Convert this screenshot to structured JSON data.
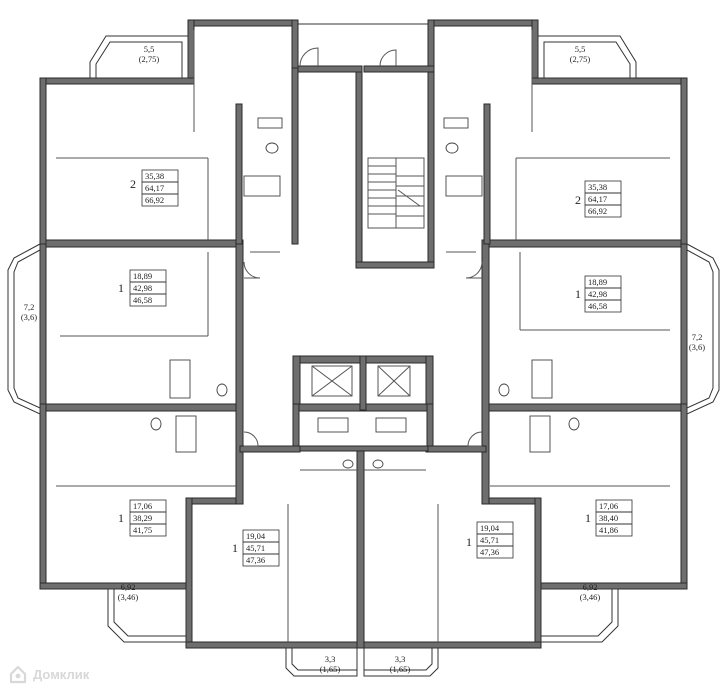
{
  "balconies": {
    "top_left": {
      "area": "5,5",
      "half": "(2,75)"
    },
    "top_right": {
      "area": "5,5",
      "half": "(2,75)"
    },
    "left": {
      "area": "7,2",
      "half": "(3,6)"
    },
    "right": {
      "area": "7,2",
      "half": "(3,6)"
    },
    "bottom_left": {
      "area": "6,92",
      "half": "(3,46)"
    },
    "bottom_right": {
      "area": "6,92",
      "half": "(3,46)"
    },
    "bottom_center_left": {
      "area": "3,3",
      "half": "(1,65)"
    },
    "bottom_center_right": {
      "area": "3,3",
      "half": "(1,65)"
    }
  },
  "apartments": [
    {
      "id": "top-left",
      "rooms": "2",
      "living": "35,38",
      "total": "64,17",
      "with_balcony": "66,92"
    },
    {
      "id": "top-right",
      "rooms": "2",
      "living": "35,38",
      "total": "64,17",
      "with_balcony": "66,92"
    },
    {
      "id": "mid-left",
      "rooms": "1",
      "living": "18,89",
      "total": "42,98",
      "with_balcony": "46,58"
    },
    {
      "id": "mid-right",
      "rooms": "1",
      "living": "18,89",
      "total": "42,98",
      "with_balcony": "46,58"
    },
    {
      "id": "lower-left",
      "rooms": "1",
      "living": "17,06",
      "total": "38,29",
      "with_balcony": "41,75"
    },
    {
      "id": "lower-right",
      "rooms": "1",
      "living": "17,06",
      "total": "38,40",
      "with_balcony": "41,86"
    },
    {
      "id": "bottom-left",
      "rooms": "1",
      "living": "19,04",
      "total": "45,71",
      "with_balcony": "47,36"
    },
    {
      "id": "bottom-right",
      "rooms": "1",
      "living": "19,04",
      "total": "45,71",
      "with_balcony": "47,36"
    }
  ],
  "watermark": {
    "text": "Домклик",
    "icon": "house-icon"
  },
  "colors": {
    "wall": "#6e6e6e",
    "line": "#333333",
    "watermark": "#d8d8d8"
  }
}
